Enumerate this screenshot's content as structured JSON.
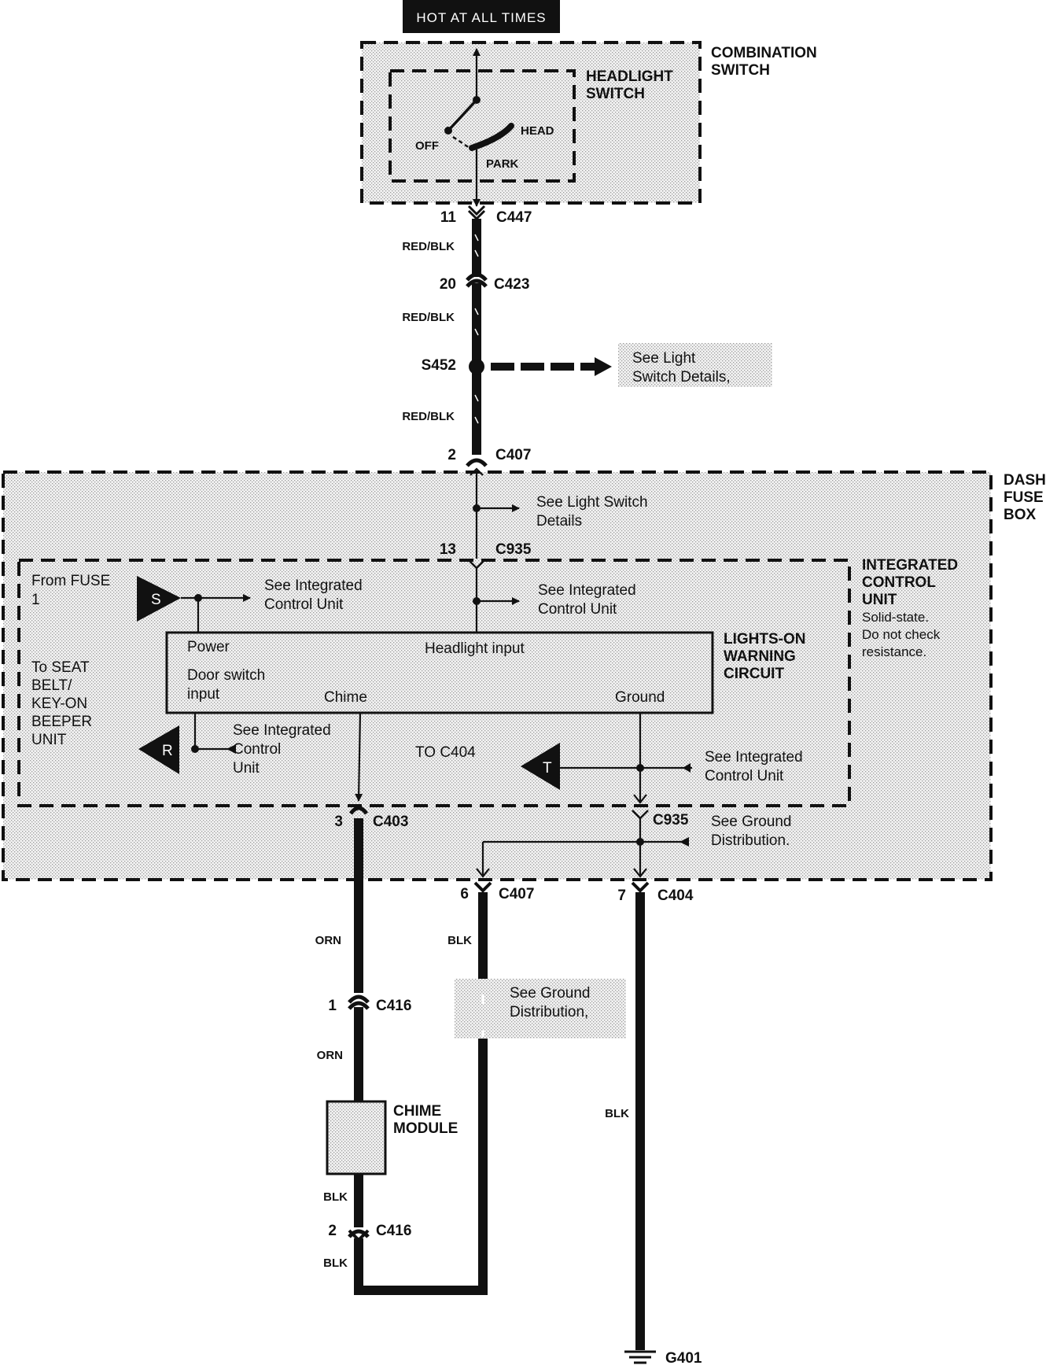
{
  "power_banner": "HOT AT ALL TIMES",
  "combination_switch": {
    "label_line1": "COMBINATION",
    "label_line2": "SWITCH"
  },
  "headlight_switch": {
    "label_line1": "HEADLIGHT",
    "label_line2": "SWITCH",
    "positions": {
      "off": "OFF",
      "head": "HEAD",
      "park": "PARK"
    }
  },
  "connectors": {
    "c447": {
      "pin": "11",
      "name": "C447"
    },
    "c423": {
      "pin": "20",
      "name": "C423"
    },
    "c407_top": {
      "pin": "2",
      "name": "C407"
    },
    "c935_top": {
      "pin": "13",
      "name": "C935"
    },
    "c403": {
      "pin": "3",
      "name": "C403"
    },
    "c935_bottom": {
      "name": "C935"
    },
    "c407_bottom": {
      "pin": "6",
      "name": "C407"
    },
    "c404": {
      "pin": "7",
      "name": "C404"
    },
    "c416_top": {
      "pin": "1",
      "name": "C416"
    },
    "c416_bottom": {
      "pin": "2",
      "name": "C416"
    }
  },
  "splice": {
    "name": "S452"
  },
  "ground": {
    "name": "G401"
  },
  "wire_colors": {
    "red_blk_1": "RED/BLK",
    "red_blk_2": "RED/BLK",
    "red_blk_3": "RED/BLK",
    "orn_1": "ORN",
    "orn_2": "ORN",
    "blk_c407": "BLK",
    "blk_c404": "BLK",
    "blk_chime_out": "BLK",
    "blk_c416": "BLK"
  },
  "references": {
    "light_switch_details_1": {
      "line1": "See Light",
      "line2": "Switch Details,"
    },
    "light_switch_details_2": {
      "line1": "See Light Switch",
      "line2": "Details"
    },
    "icu_1": {
      "line1": "See  Integrated",
      "line2": "Control  Unit"
    },
    "icu_2": {
      "line1": "See  Integrated",
      "line2": "Control Unit"
    },
    "icu_3": {
      "line1": "See  Integrated",
      "line2": "Control",
      "line3": "Unit"
    },
    "icu_4": {
      "line1": "See  Integrated",
      "line2": "Control Unit"
    },
    "ground_dist_1": {
      "line1": "See Ground",
      "line2": "Distribution."
    },
    "ground_dist_2": {
      "line1": "See Ground",
      "line2": "Distribution,"
    }
  },
  "dash_fuse_box": {
    "line1": "DASH",
    "line2": "FUSE",
    "line3": "BOX"
  },
  "integrated_control_unit": {
    "line1": "INTEGRATED",
    "line2": "CONTROL",
    "line3": "UNIT",
    "note1": "Solid-state.",
    "note2": "Do not check",
    "note3": "resistance."
  },
  "lights_on_circuit": {
    "title_line1": "LIGHTS-ON",
    "title_line2": "WARNING",
    "title_line3": "CIRCUIT",
    "power": "Power",
    "headlight_input": "Headlight input",
    "door_switch_line1": "Door switch",
    "door_switch_line2": "input",
    "chime": "Chime",
    "ground": "Ground"
  },
  "from_fuse": {
    "line1": "From FUSE",
    "line2": "1"
  },
  "seat_belt": {
    "line1": "To SEAT",
    "line2": "BELT/",
    "line3": "KEY-ON",
    "line4": "BEEPER",
    "line5": "UNIT"
  },
  "to_c404": "TO C404",
  "markers": {
    "s": "S",
    "r": "R",
    "t": "T"
  },
  "chime_module": {
    "line1": "CHIME",
    "line2": "MODULE"
  }
}
